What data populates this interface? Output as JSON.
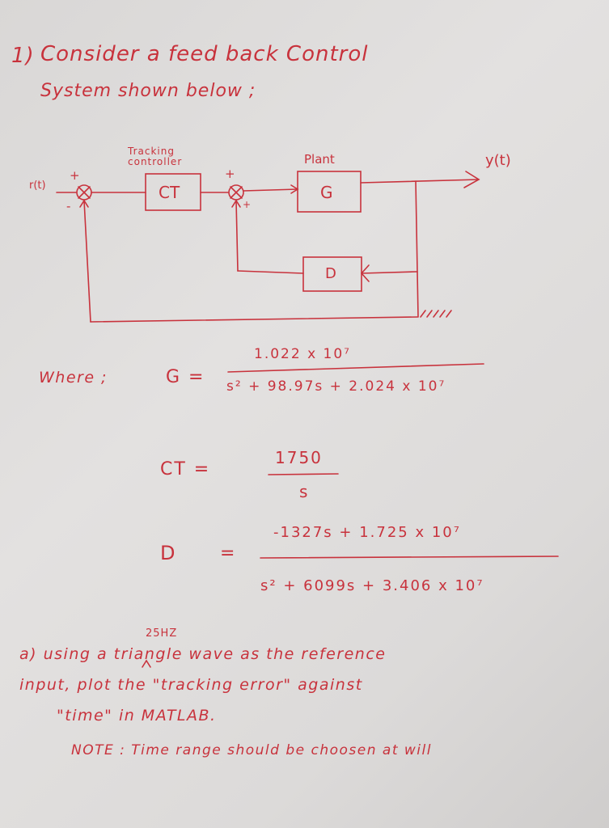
{
  "problem": {
    "number": "1)",
    "intro_line1": "Consider a feed back Control",
    "intro_line2": "System shown below ;"
  },
  "diagram": {
    "tracking_label_1": "Tracking",
    "tracking_label_2": "controller",
    "plant_label": "Plant",
    "output_label": "y(t)",
    "input_label": "r(t)",
    "block_ct": "CT",
    "block_g": "G",
    "block_d": "D",
    "sign_plus_1": "+",
    "sign_minus_1": "-",
    "sign_plus_2": "+",
    "sign_plus_3": "+"
  },
  "equations": {
    "where": "Where ;",
    "g_lhs": "G =",
    "g_num": "1.022 x 10⁷",
    "g_den": "s² + 98.97s + 2.024 x 10⁷",
    "ct_lhs": "CT =",
    "ct_num": "1750",
    "ct_den": "s",
    "d_lhs": "D",
    "d_eq": "=",
    "d_num": "-1327s + 1.725 x 10⁷",
    "d_den": "s² + 6099s + 3.406 x 10⁷"
  },
  "question": {
    "freq_note": "25HZ",
    "part_a_1": "a) using a triangle wave as the reference",
    "part_a_2": "input, plot the \"tracking error\" against",
    "part_a_3": "\"time\" in MATLAB.",
    "note": "NOTE : Time range should be choosen at will"
  }
}
